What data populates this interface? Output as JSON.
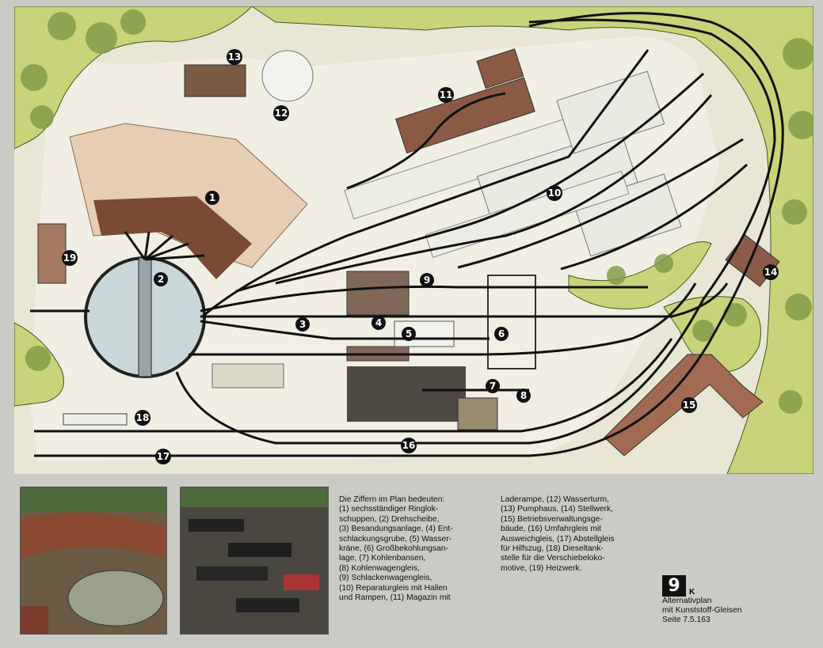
{
  "labels": [
    "1",
    "2",
    "3",
    "4",
    "5",
    "6",
    "7",
    "8",
    "9",
    "10",
    "11",
    "12",
    "13",
    "14",
    "15",
    "16",
    "17",
    "18",
    "19"
  ],
  "legend": {
    "column1": "Die Ziffern im Plan bedeuten:\n(1) sechsständiger Ringlok-\nschuppen, (2) Drehscheibe,\n(3) Besandungsanlage, (4) Ent-\nschlackungsgrube, (5) Wasser-\nkräne, (6) Großbekohlungsan-\nlage, (7) Kohlenbansen,\n(8) Kohlenwagengleis,\n(9) Schlackenwagengleis,\n(10) Reparaturgleis mit Hallen\nund Rampen, (11) Magazin mit",
    "column2": "Laderampe, (12) Wasserturm,\n(13) Pumphaus, (14) Stellwerk,\n(15) Betriebsverwaltungsge-\nbäude, (16) Umfahrgleis mit\nAusweichgleis, (17) Abstellgleis\nfür Hilfszug, (18) Dieseltank-\nstelle für die Verschiebeloko-\nmotive, (19) Heizwerk."
  },
  "catalog": {
    "number": "9",
    "letter": "K",
    "line1": "Alternativplan",
    "line2": "mit Kunststoff-Gleisen",
    "line3": "Seite 7.5.163"
  }
}
